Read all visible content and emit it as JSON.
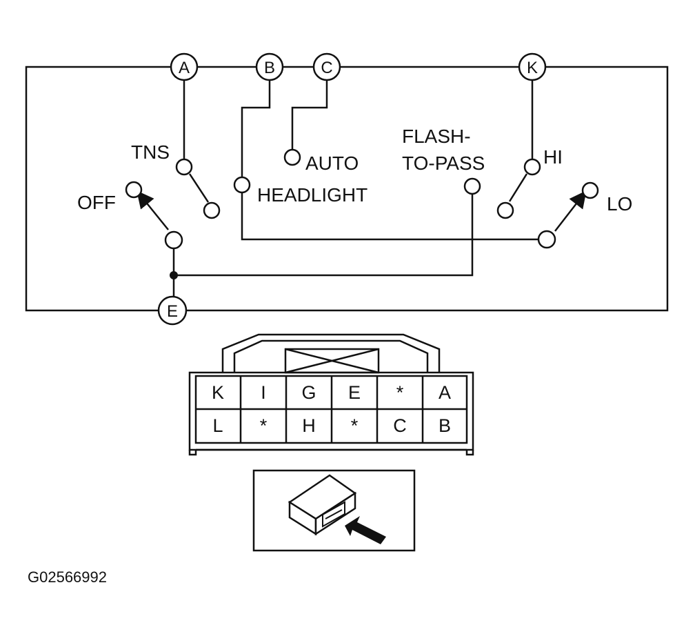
{
  "terminals": {
    "a": "A",
    "b": "B",
    "c": "C",
    "k": "K",
    "e": "E"
  },
  "positions": {
    "tns": "TNS",
    "off": "OFF",
    "auto": "AUTO",
    "headlight": "HEADLIGHT",
    "flash_line1": "FLASH-",
    "flash_line2": "TO-PASS",
    "hi": "HI",
    "lo": "LO"
  },
  "connector": {
    "top_row": [
      "K",
      "I",
      "G",
      "E",
      "*",
      "A"
    ],
    "bottom_row": [
      "L",
      "*",
      "H",
      "*",
      "C",
      "B"
    ]
  },
  "figure_id": "G02566992"
}
